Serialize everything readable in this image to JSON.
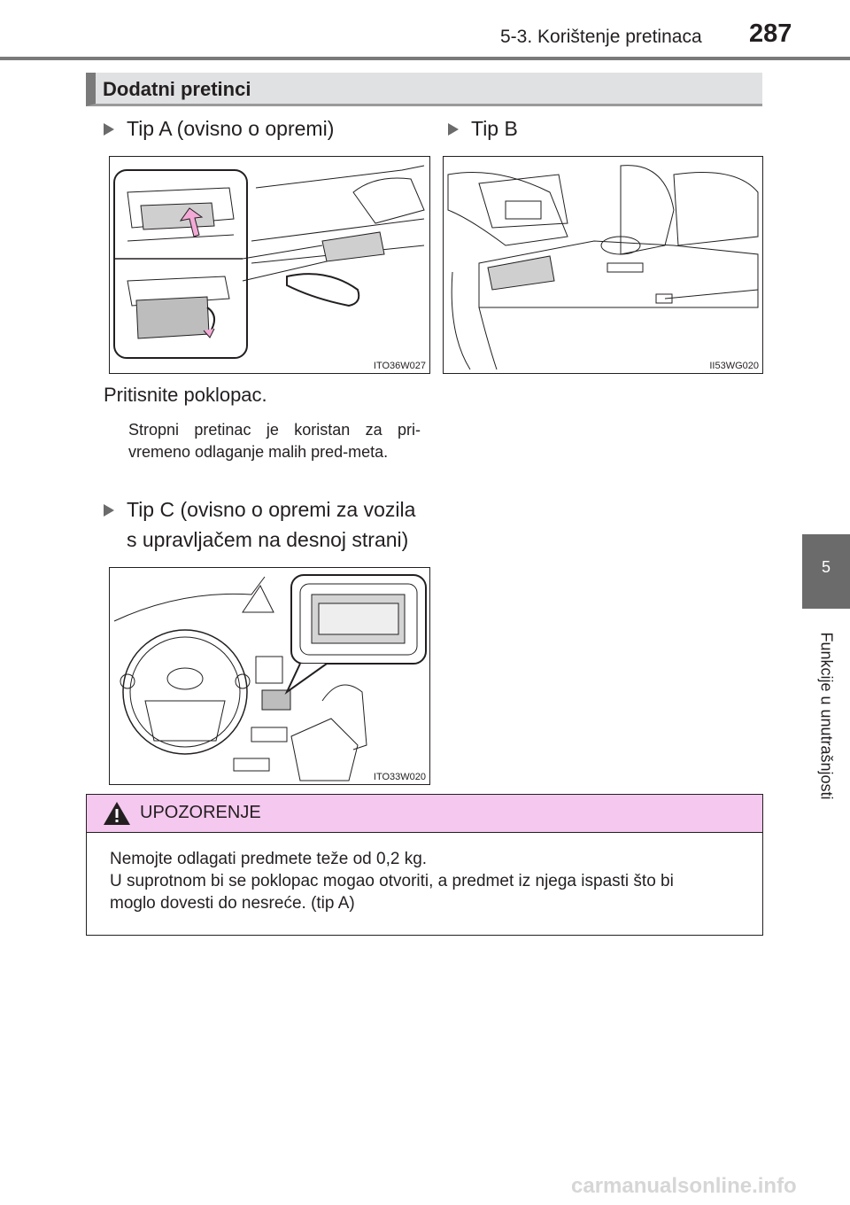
{
  "header": {
    "section_title": "5-3. Korištenje pretinaca",
    "page_number": "287"
  },
  "side_tab": {
    "chapter_number": "5",
    "chapter_label": "Funkcije u unutrašnjosti"
  },
  "section": {
    "title": "Dodatni pretinci"
  },
  "bullets": {
    "type_a": "Tip A (ovisno o opremi)",
    "type_b": "Tip B",
    "type_c_line1": "Tip C (ovisno o opremi za vozila",
    "type_c_line2": "s upravljačem na desnoj strani)"
  },
  "figures": {
    "fig_a_code": "ITO36W027",
    "fig_b_code": "II53WG020",
    "fig_c_code": "ITO33W020"
  },
  "body": {
    "instruction": "Pritisnite poklopac.",
    "note": "Stropni pretinac je koristan za pri-vremeno odlaganje malih pred-meta."
  },
  "warning": {
    "title": "UPOZORENJE",
    "line1": "Nemojte odlagati predmete teže od 0,2 kg.",
    "line2": "U suprotnom bi se poklopac mogao otvoriti, a predmet iz njega ispasti što bi",
    "line3": "moglo dovesti do nesreće. (tip A)"
  },
  "watermark": "carmanualsonline.info",
  "colors": {
    "warning_header": "#f5c8ef",
    "section_bar": "#e0e1e2",
    "accent_gray": "#6b6b6b"
  }
}
